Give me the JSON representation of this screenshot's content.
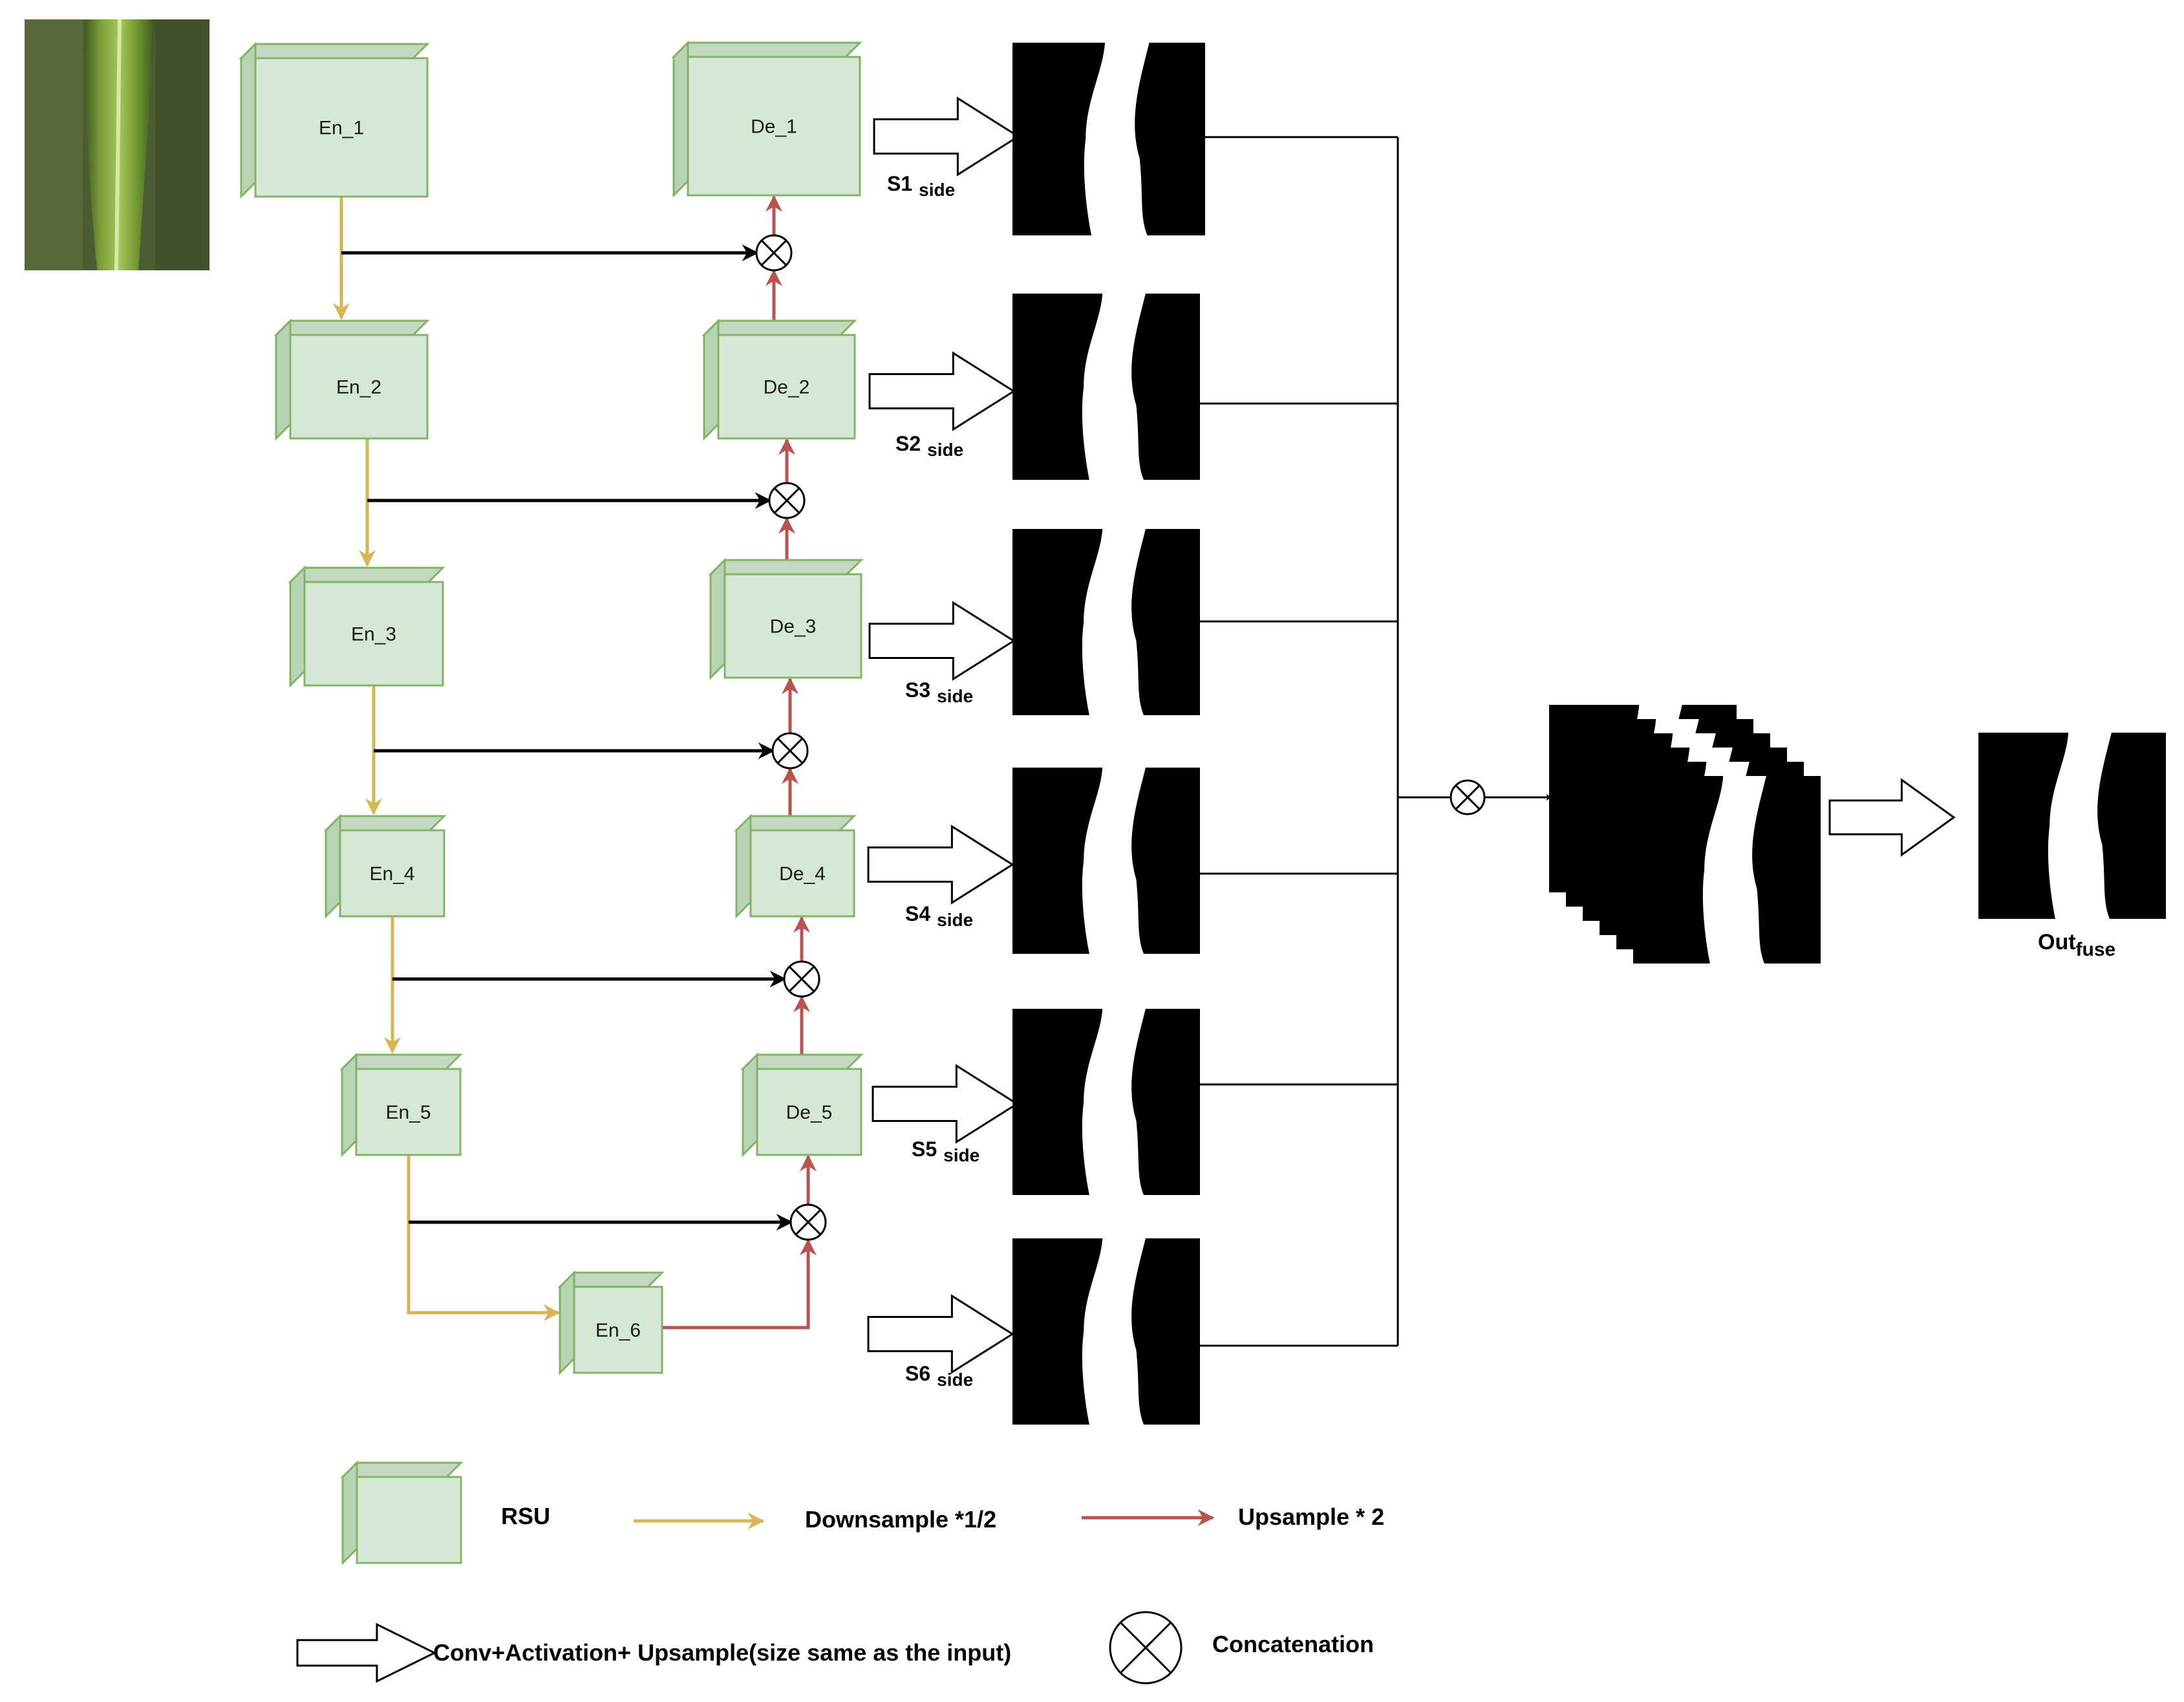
{
  "encoders": [
    {
      "label": "En_1"
    },
    {
      "label": "En_2"
    },
    {
      "label": "En_3"
    },
    {
      "label": "En_4"
    },
    {
      "label": "En_5"
    },
    {
      "label": "En_6"
    }
  ],
  "decoders": [
    {
      "label": "De_1"
    },
    {
      "label": "De_2"
    },
    {
      "label": "De_3"
    },
    {
      "label": "De_4"
    },
    {
      "label": "De_5"
    }
  ],
  "side_outputs": [
    {
      "name": "S1",
      "sub": "side"
    },
    {
      "name": "S2",
      "sub": "side"
    },
    {
      "name": "S3",
      "sub": "side"
    },
    {
      "name": "S4",
      "sub": "side"
    },
    {
      "name": "S5",
      "sub": "side"
    },
    {
      "name": "S6",
      "sub": "side"
    }
  ],
  "fused_output": {
    "name": "Out",
    "sub": "fuse"
  },
  "legend": {
    "rsu": "RSU",
    "downsample": "Downsample *1/2",
    "upsample": "Upsample * 2",
    "conv": "Conv+Activation+ Upsample(size same as the input)",
    "concat": "Concatenation"
  },
  "colors": {
    "box_fill": "#d5e8d4",
    "box_stroke": "#82b366",
    "downsample_arrow": "#d6b656",
    "upsample_arrow": "#b85450",
    "skip_arrow": "#000000"
  }
}
